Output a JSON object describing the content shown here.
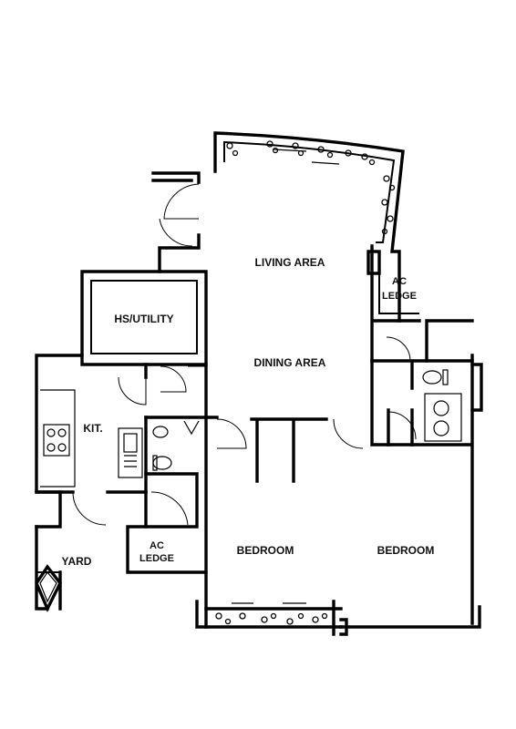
{
  "rooms": {
    "living_area": "LIVING AREA",
    "dining_area": "DINING AREA",
    "hs_utility": "HS/UTILITY",
    "kitchen": "KIT.",
    "yard": "YARD",
    "ac_ledge_left_line1": "AC",
    "ac_ledge_left_line2": "LEDGE",
    "ac_ledge_right_line1": "AC",
    "ac_ledge_right_line2": "LEDGE",
    "bedroom_left": "BEDROOM",
    "bedroom_right": "BEDROOM"
  }
}
